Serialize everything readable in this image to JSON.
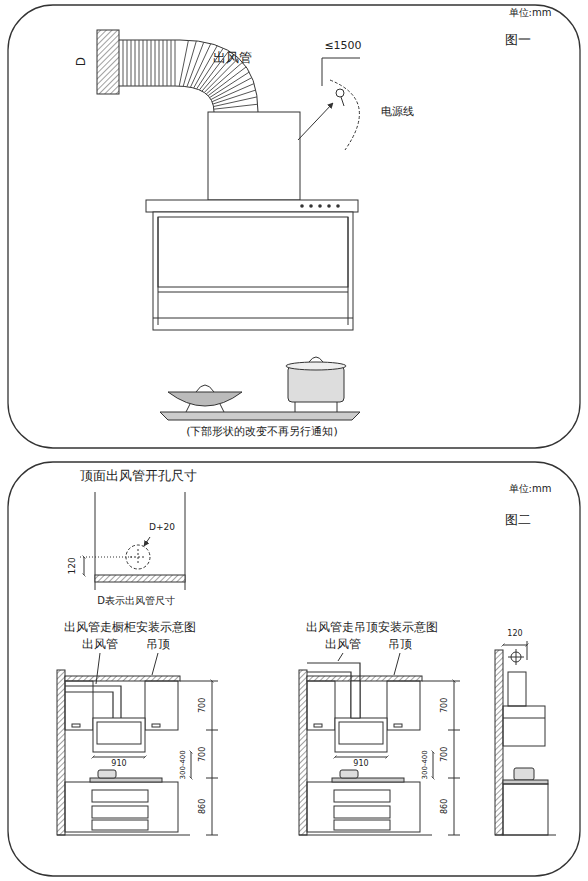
{
  "diagram": {
    "labels": [
      "出风管",
      "D",
      "≤1500",
      "电源线",
      "单位:mm",
      "图一",
      "(下部形状的改变不再另行通知)",
      "顶面出风管开孔尺寸",
      "单位:mm",
      "图二",
      "D+20",
      "120",
      "D表示出风管尺寸",
      "出风管走橱柜安装示意图",
      "出风管",
      "吊顶",
      "910",
      "700",
      "700",
      "300-400",
      "860",
      "出风管走吊顶安装示意图",
      "出风管",
      "吊顶",
      "910",
      "700",
      "700",
      "300-400",
      "860",
      "120"
    ]
  }
}
